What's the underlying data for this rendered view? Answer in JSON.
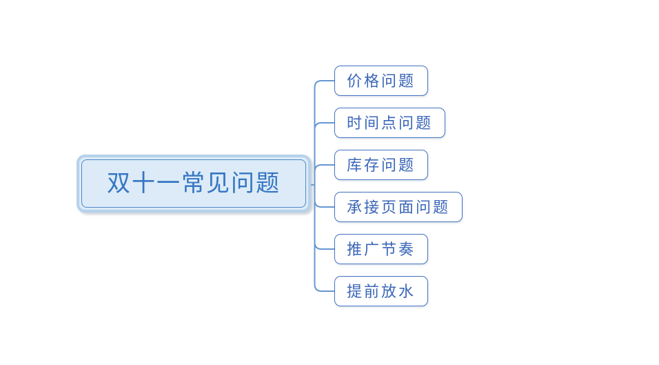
{
  "diagram": {
    "type": "mindmap",
    "root": {
      "label": "双十一常见问题"
    },
    "children": [
      {
        "label": "价格问题"
      },
      {
        "label": "时间点问题"
      },
      {
        "label": "库存问题"
      },
      {
        "label": "承接页面问题"
      },
      {
        "label": "推广节奏"
      },
      {
        "label": "提前放水"
      }
    ],
    "colors": {
      "background": "#ffffff",
      "root_fill": "#dcebf7",
      "root_outer_border": "#b5d2ea",
      "root_inner_border": "#4e88c7",
      "root_text": "#3575c2",
      "child_border": "#4273c4",
      "child_text": "#3a66b8",
      "connector": "#6597d2"
    }
  }
}
